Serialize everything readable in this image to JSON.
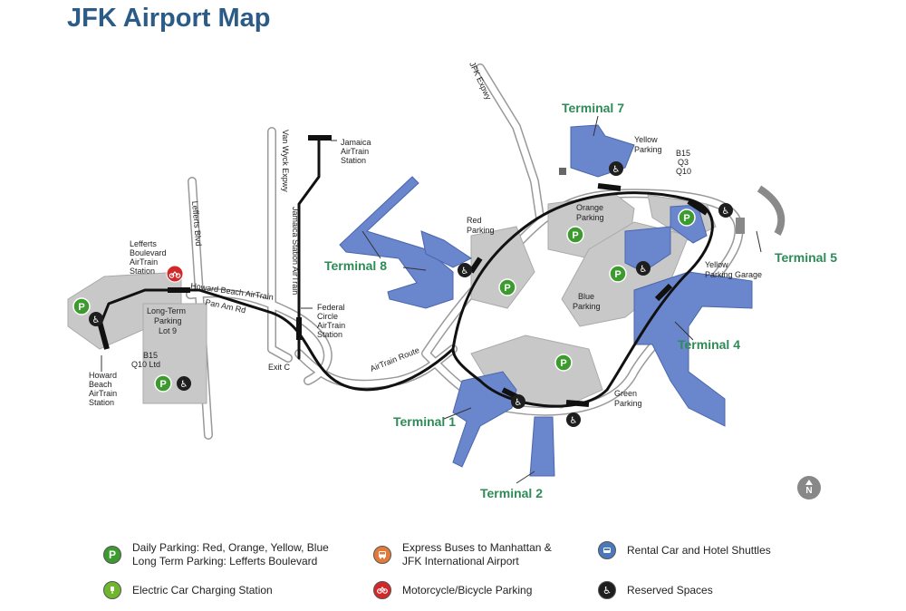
{
  "page": {
    "title": "JFK Airport Map"
  },
  "colors": {
    "terminal": "#6a86cc",
    "parking": "#c8c8c8",
    "terminal_label": "#2e8b57",
    "parking_icon": "#3c9a2f",
    "express_bus": "#e37a3a",
    "motorcycle": "#d2282a",
    "rental_shuttle": "#4a78b8",
    "reserved": "#1e1e1e",
    "title": "#2b5b87"
  },
  "terminals": {
    "t1": "Terminal 1",
    "t2": "Terminal 2",
    "t4": "Terminal 4",
    "t5": "Terminal 5",
    "t7": "Terminal 7",
    "t8": "Terminal 8"
  },
  "parking": {
    "red": [
      "Red",
      "Parking"
    ],
    "orange": [
      "Orange",
      "Parking"
    ],
    "yellow": [
      "Yellow",
      "Parking"
    ],
    "yellow_garage": [
      "Yellow",
      "Parking Garage"
    ],
    "blue": [
      "Blue",
      "Parking"
    ],
    "green": [
      "Green",
      "Parking"
    ],
    "long_term": [
      "Long-Term",
      "Parking",
      "Lot 9"
    ]
  },
  "stations": {
    "jamaica": [
      "Jamaica",
      "AirTrain",
      "Station"
    ],
    "lefferts": [
      "Lefferts",
      "Boulevard",
      "AirTrain",
      "Station"
    ],
    "howard_beach": [
      "Howard",
      "Beach",
      "AirTrain",
      "Station"
    ],
    "federal_circle": [
      "Federal",
      "Circle",
      "AirTrain",
      "Station"
    ]
  },
  "roads": {
    "jfk_expwy": "JFK Expwy",
    "van_wyck": "Van Wyck Expwy",
    "lefferts_blvd": "Lefferts Blvd",
    "jamaica_airtrain": "Jamaica Station AirTrain",
    "howard_beach_airtrain": "Howard Beach AirTrain",
    "pan_am_rd": "Pan Am Rd",
    "exit_c": "Exit C",
    "airtrain_route": "AirTrain Route"
  },
  "bus_labels": {
    "yellow_area": [
      "B15",
      "Q3",
      "Q10"
    ],
    "lot9": [
      "B15",
      "Q10 Ltd"
    ]
  },
  "icon_labels": {
    "parking": "P",
    "north": "N"
  },
  "legend": [
    {
      "icon": "parking-icon",
      "lines": [
        "Daily Parking: Red, Orange, Yellow, Blue",
        "Long Term Parking: Lefferts Boulevard"
      ]
    },
    {
      "icon": "bus-icon",
      "lines": [
        "Express Buses to Manhattan &",
        "JFK International Airport"
      ]
    },
    {
      "icon": "shuttle-icon",
      "lines": [
        "Rental Car and Hotel Shuttles"
      ]
    },
    {
      "icon": "ev-charging-icon",
      "lines": [
        "Electric Car Charging Station"
      ]
    },
    {
      "icon": "motorcycle-icon",
      "lines": [
        "Motorcycle/Bicycle Parking"
      ]
    },
    {
      "icon": "accessible-icon",
      "lines": [
        "Reserved Spaces"
      ]
    }
  ]
}
